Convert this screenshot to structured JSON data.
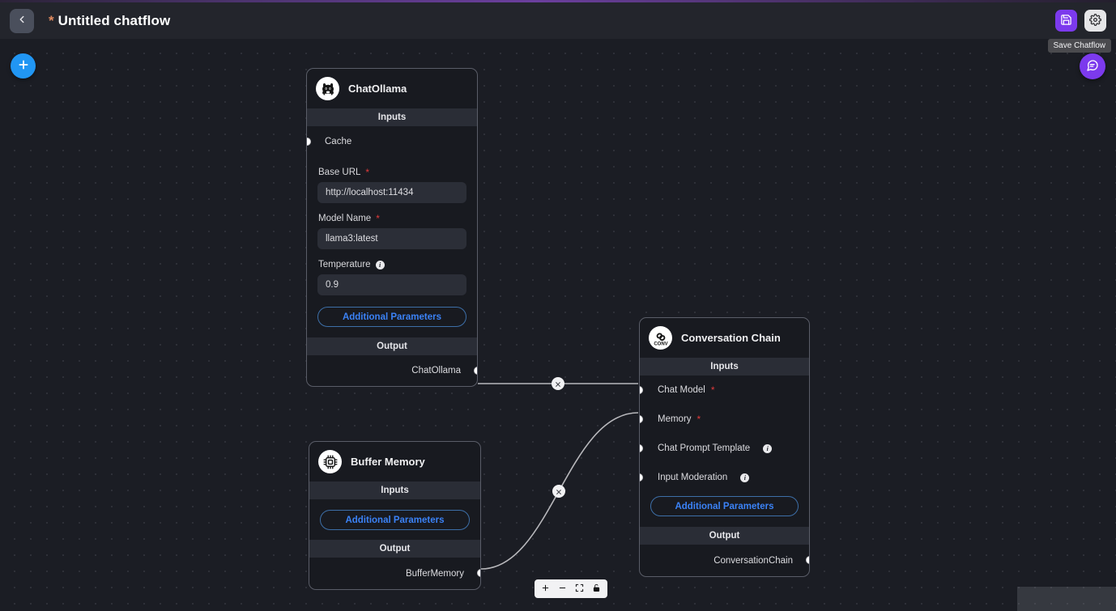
{
  "header": {
    "back_icon": "chevron-left-icon",
    "unsaved_marker": "*",
    "title": "Untitled chatflow",
    "save_icon": "floppy-disk-icon",
    "settings_icon": "gear-icon",
    "save_tooltip": "Save Chatflow",
    "accent_color": "#7c3aed"
  },
  "canvas": {
    "add_node_icon": "plus-icon",
    "chat_icon": "chat-bubble-icon",
    "add_node_color": "#2196f3",
    "chat_color": "#7c3aed",
    "background_color": "#1b1d24"
  },
  "nodes": [
    {
      "id": "chatOllama",
      "title": "ChatOllama",
      "icon": "ollama-llama-icon",
      "inputs_label": "Inputs",
      "output_label": "Output",
      "ports": [
        {
          "name": "Cache",
          "required": false,
          "info": false
        }
      ],
      "fields": [
        {
          "label": "Base URL",
          "required": true,
          "info": false,
          "value": "http://localhost:11434"
        },
        {
          "label": "Model Name",
          "required": true,
          "info": false,
          "value": "llama3:latest"
        },
        {
          "label": "Temperature",
          "required": false,
          "info": true,
          "value": "0.9"
        }
      ],
      "additional_params_label": "Additional Parameters",
      "output_port": "ChatOllama"
    },
    {
      "id": "conversationChain",
      "title": "Conversation Chain",
      "icon": "conv-chain-icon",
      "icon_text": "CONV",
      "inputs_label": "Inputs",
      "output_label": "Output",
      "ports": [
        {
          "name": "Chat Model",
          "required": true,
          "info": false
        },
        {
          "name": "Memory",
          "required": true,
          "info": false
        },
        {
          "name": "Chat Prompt Template",
          "required": false,
          "info": true
        },
        {
          "name": "Input Moderation",
          "required": false,
          "info": true
        }
      ],
      "fields": [],
      "additional_params_label": "Additional Parameters",
      "output_port": "ConversationChain"
    },
    {
      "id": "bufferMemory",
      "title": "Buffer Memory",
      "icon": "memory-chip-icon",
      "inputs_label": "Inputs",
      "output_label": "Output",
      "ports": [],
      "fields": [],
      "additional_params_label": "Additional Parameters",
      "output_port": "BufferMemory"
    }
  ],
  "edges": [
    {
      "from": "ChatOllama",
      "to": "Chat Model",
      "delete_icon": "close-icon"
    },
    {
      "from": "BufferMemory",
      "to": "Memory",
      "delete_icon": "close-icon"
    }
  ],
  "zoom_controls": {
    "zoom_in_icon": "plus-icon",
    "zoom_out_icon": "minus-icon",
    "fit_view_icon": "fit-view-icon",
    "lock_icon": "lock-icon"
  }
}
